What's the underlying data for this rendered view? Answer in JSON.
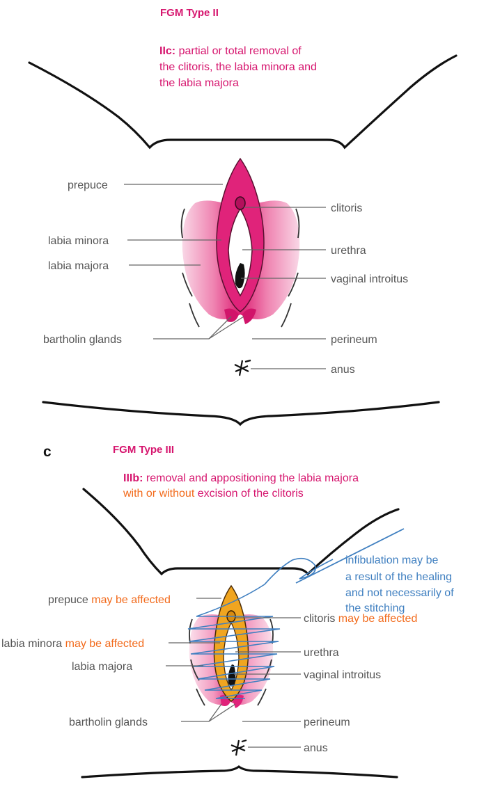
{
  "colors": {
    "magenta": "#d6156e",
    "orange": "#f26a1b",
    "blue": "#3f7fc0",
    "label_gray": "#555555",
    "gold": "#f0a520",
    "pink_light": "#f7c9dc"
  },
  "panel_b": {
    "title": "FGM Type II",
    "desc_key": "IIc:",
    "desc_line1": "partial or total removal of",
    "desc_line2": "the clitoris, the labia minora and",
    "desc_line3": "the labia majora",
    "labels": {
      "prepuce": "prepuce",
      "clitoris": "clitoris",
      "labia_minora": "labia minora",
      "urethra": "urethra",
      "labia_majora": "labia majora",
      "vaginal_introitus": "vaginal introitus",
      "bartholin_glands": "bartholin glands",
      "perineum": "perineum",
      "anus": "anus"
    }
  },
  "panel_c": {
    "panel_letter": "c",
    "title": "FGM Type III",
    "desc_key": "IIIb:",
    "desc_line1": "removal and appositioning the labia majora",
    "desc_line2_orange": "with or without",
    "desc_line2_magenta": "excision of the clitoris",
    "note_lines": [
      "infibulation may be",
      "a result of the healing",
      "and not necessarily of",
      "the stitching"
    ],
    "may_be_affected": "may be affected",
    "labels": {
      "prepuce": "prepuce",
      "clitoris": "clitoris",
      "labia_minora": "labia minora",
      "urethra": "urethra",
      "labia_majora": "labia majora",
      "vaginal_introitus": "vaginal introitus",
      "bartholin_glands": "bartholin glands",
      "perineum": "perineum",
      "anus": "anus"
    }
  }
}
